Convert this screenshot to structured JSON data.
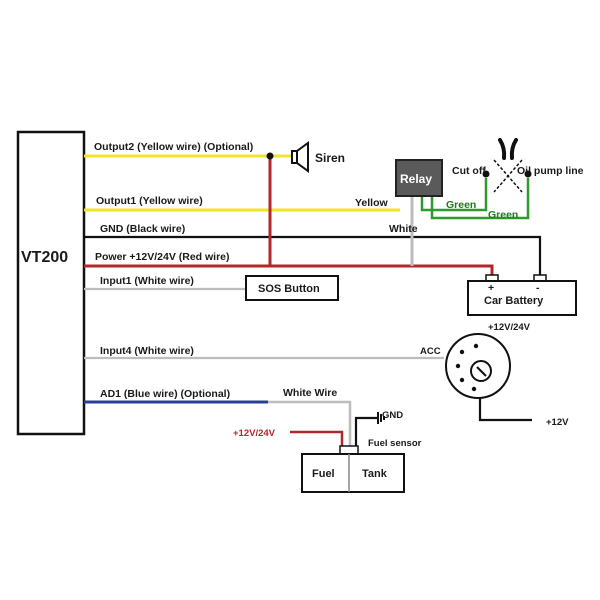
{
  "device": {
    "name": "VT200"
  },
  "wires": {
    "output2": "Output2 (Yellow wire) (Optional)",
    "output1": "Output1 (Yellow wire)",
    "gnd": "GND (Black wire)",
    "power": "Power +12V/24V (Red wire)",
    "input1": "Input1 (White wire)",
    "input4": "Input4 (White wire)",
    "ad1": "AD1 (Blue wire) (Optional)"
  },
  "components": {
    "siren": "Siren",
    "relay": "Relay",
    "cut_off": "Cut off",
    "oil_pump_line": "Oil pump line",
    "sos_button": "SOS Button",
    "car_battery": "Car Battery",
    "battery_voltage": "+12V/24V",
    "battery_plus": "+",
    "battery_minus": "-",
    "acc": "ACC",
    "acc_voltage": "+12V",
    "fuel": "Fuel",
    "tank": "Tank",
    "fuel_sensor": "Fuel sensor",
    "gnd": "GND",
    "fuel_voltage": "+12V/24V"
  },
  "wire_labels": {
    "yellow": "Yellow",
    "white_relay": "White",
    "green_1": "Green",
    "green_2": "Green",
    "white_fuel": "White Wire"
  },
  "colors": {
    "yellow_wire": "#f2e22a",
    "red_wire": "#b0282a",
    "black_wire": "#111111",
    "white_wire": "#bdbdbd",
    "blue_wire": "#2a3f8f",
    "green_wire": "#2e9a2e",
    "relay_fill": "#5a5a5a"
  }
}
